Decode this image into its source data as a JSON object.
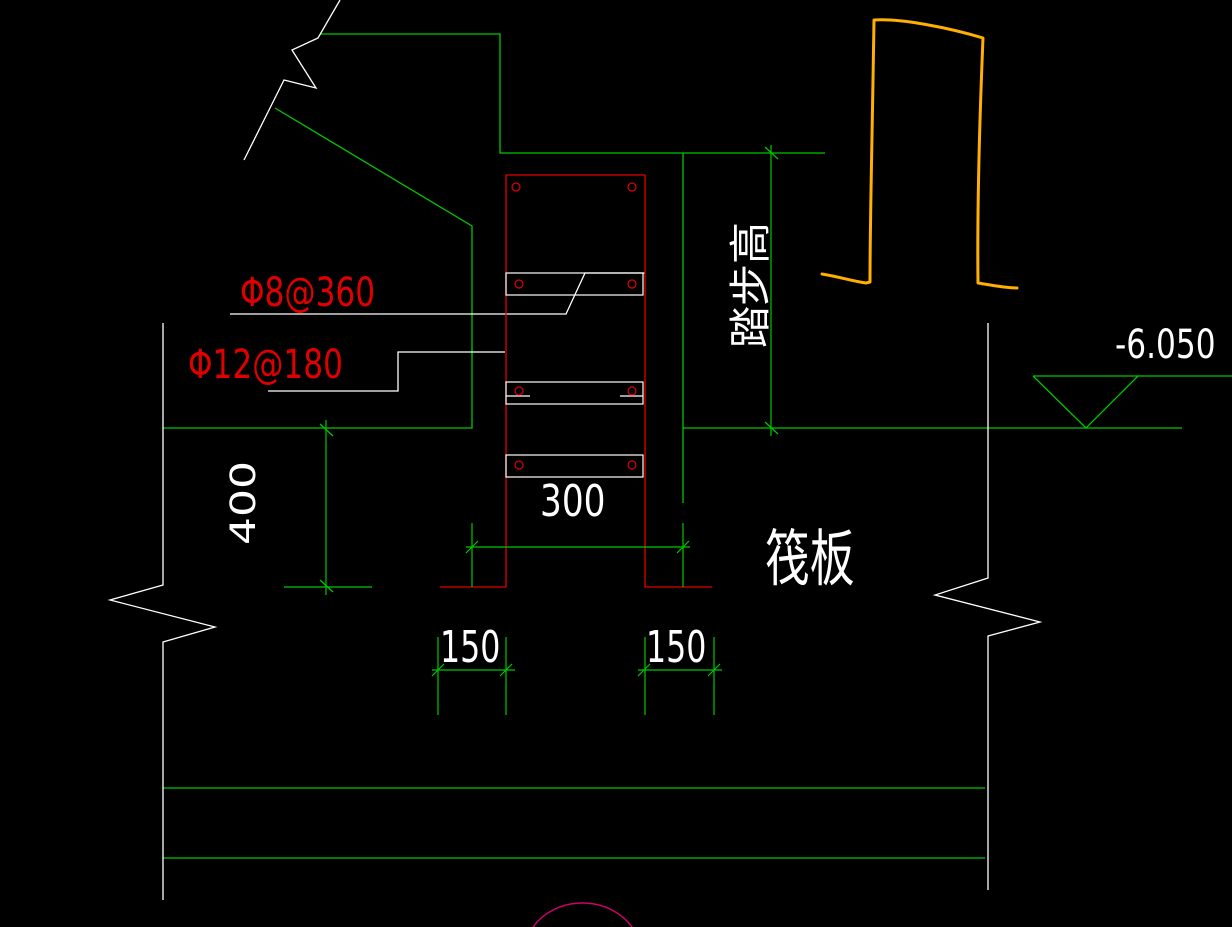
{
  "colors": {
    "background": "#000000",
    "green": "#00c800",
    "white": "#ffffff",
    "red": "#e00000",
    "orange": "#ffb000",
    "magenta": "#d0006a"
  },
  "annotations": {
    "rebar_stirrup": "Φ8@360",
    "rebar_longitudinal": "Φ12@180",
    "elevation": "-6.050",
    "step_height": "踏步高",
    "raft_slab": "筏板"
  },
  "dimensions": {
    "width_300": "300",
    "depth_400": "400",
    "left_150": "150",
    "right_150": "150"
  }
}
